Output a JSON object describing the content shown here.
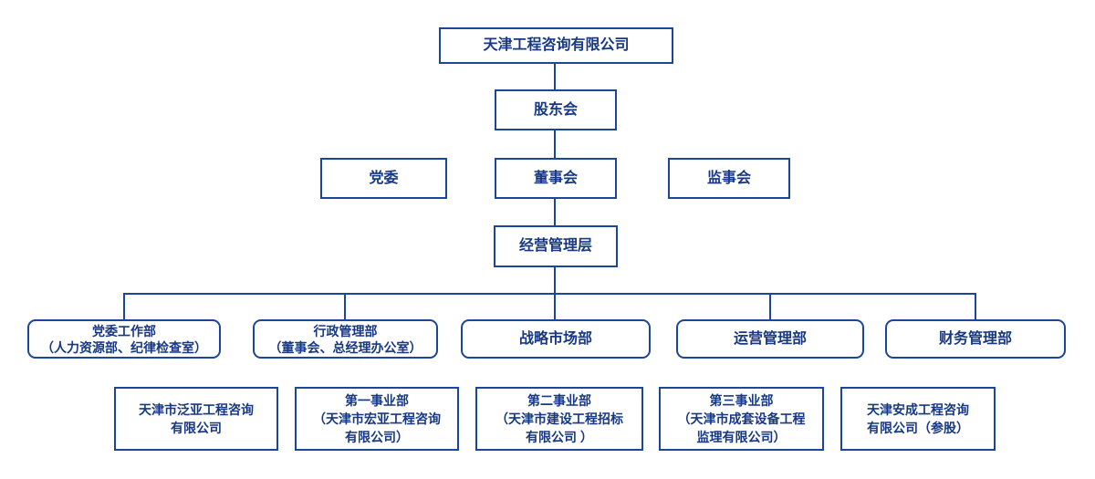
{
  "colors": {
    "line": "#1c4697",
    "text": "#173884",
    "background": "#ffffff"
  },
  "org": {
    "root": {
      "label": "天津工程咨询有限公司"
    },
    "shareholders": {
      "label": "股东会"
    },
    "party_committee": {
      "label": "党委"
    },
    "board": {
      "label": "董事会"
    },
    "supervisory": {
      "label": "监事会"
    },
    "management": {
      "label": "经营管理层"
    },
    "departments": [
      {
        "lines": [
          "党委工作部",
          "（人力资源部、纪律检查室）"
        ]
      },
      {
        "lines": [
          "行政管理部",
          "（董事会、总经理办公室）"
        ]
      },
      {
        "lines": [
          "战略市场部"
        ]
      },
      {
        "lines": [
          "运营管理部"
        ]
      },
      {
        "lines": [
          "财务管理部"
        ]
      }
    ],
    "subsidiaries": [
      {
        "lines": [
          "天津市泛亚工程咨询",
          "有限公司"
        ]
      },
      {
        "lines": [
          "第一事业部",
          "（天津市宏亚工程咨询",
          "有限公司）"
        ]
      },
      {
        "lines": [
          "第二事业部",
          "（天津市建设工程招标",
          "有限公司 ）"
        ]
      },
      {
        "lines": [
          "第三事业部",
          "（天津市成套设备工程",
          "监理有限公司）"
        ]
      },
      {
        "lines": [
          "天津安成工程咨询",
          "有限公司（参股）"
        ]
      }
    ]
  }
}
